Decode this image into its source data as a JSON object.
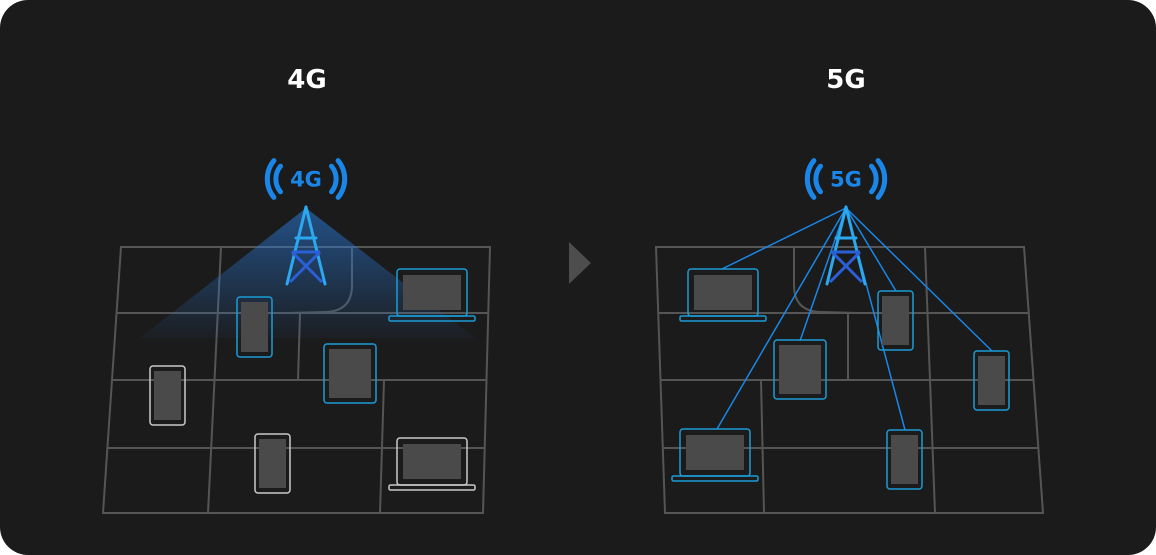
{
  "panels": {
    "left": {
      "title": "4G",
      "tower_label": "4G"
    },
    "right": {
      "title": "5G",
      "tower_label": "5G"
    }
  },
  "colors": {
    "background": "#1b1b1b",
    "signal_blue": "#1a86e8",
    "tower_light": "#2aa8f0",
    "tower_dark": "#2a5fd6",
    "device_highlight": "#1c9bd6",
    "device_plain": "#c9c9c9",
    "grid_line": "#555555",
    "screen_fill": "#4a4a4a",
    "arrow": "#4d4d4d"
  },
  "icons": {
    "tower": "cell-tower-icon",
    "signal": "signal-waves-icon",
    "arrow": "chevron-right-icon",
    "laptop": "laptop-icon",
    "phone": "phone-icon",
    "tablet": "tablet-icon"
  },
  "devices": {
    "left": [
      {
        "type": "laptop",
        "connected": true
      },
      {
        "type": "phone",
        "connected": true
      },
      {
        "type": "tablet",
        "connected": true
      },
      {
        "type": "phone",
        "connected": false
      },
      {
        "type": "phone",
        "connected": false
      },
      {
        "type": "laptop",
        "connected": false
      }
    ],
    "right": [
      {
        "type": "laptop",
        "connected": true
      },
      {
        "type": "phone",
        "connected": true
      },
      {
        "type": "tablet",
        "connected": true
      },
      {
        "type": "phone",
        "connected": true
      },
      {
        "type": "laptop",
        "connected": true
      },
      {
        "type": "phone",
        "connected": true
      }
    ]
  }
}
